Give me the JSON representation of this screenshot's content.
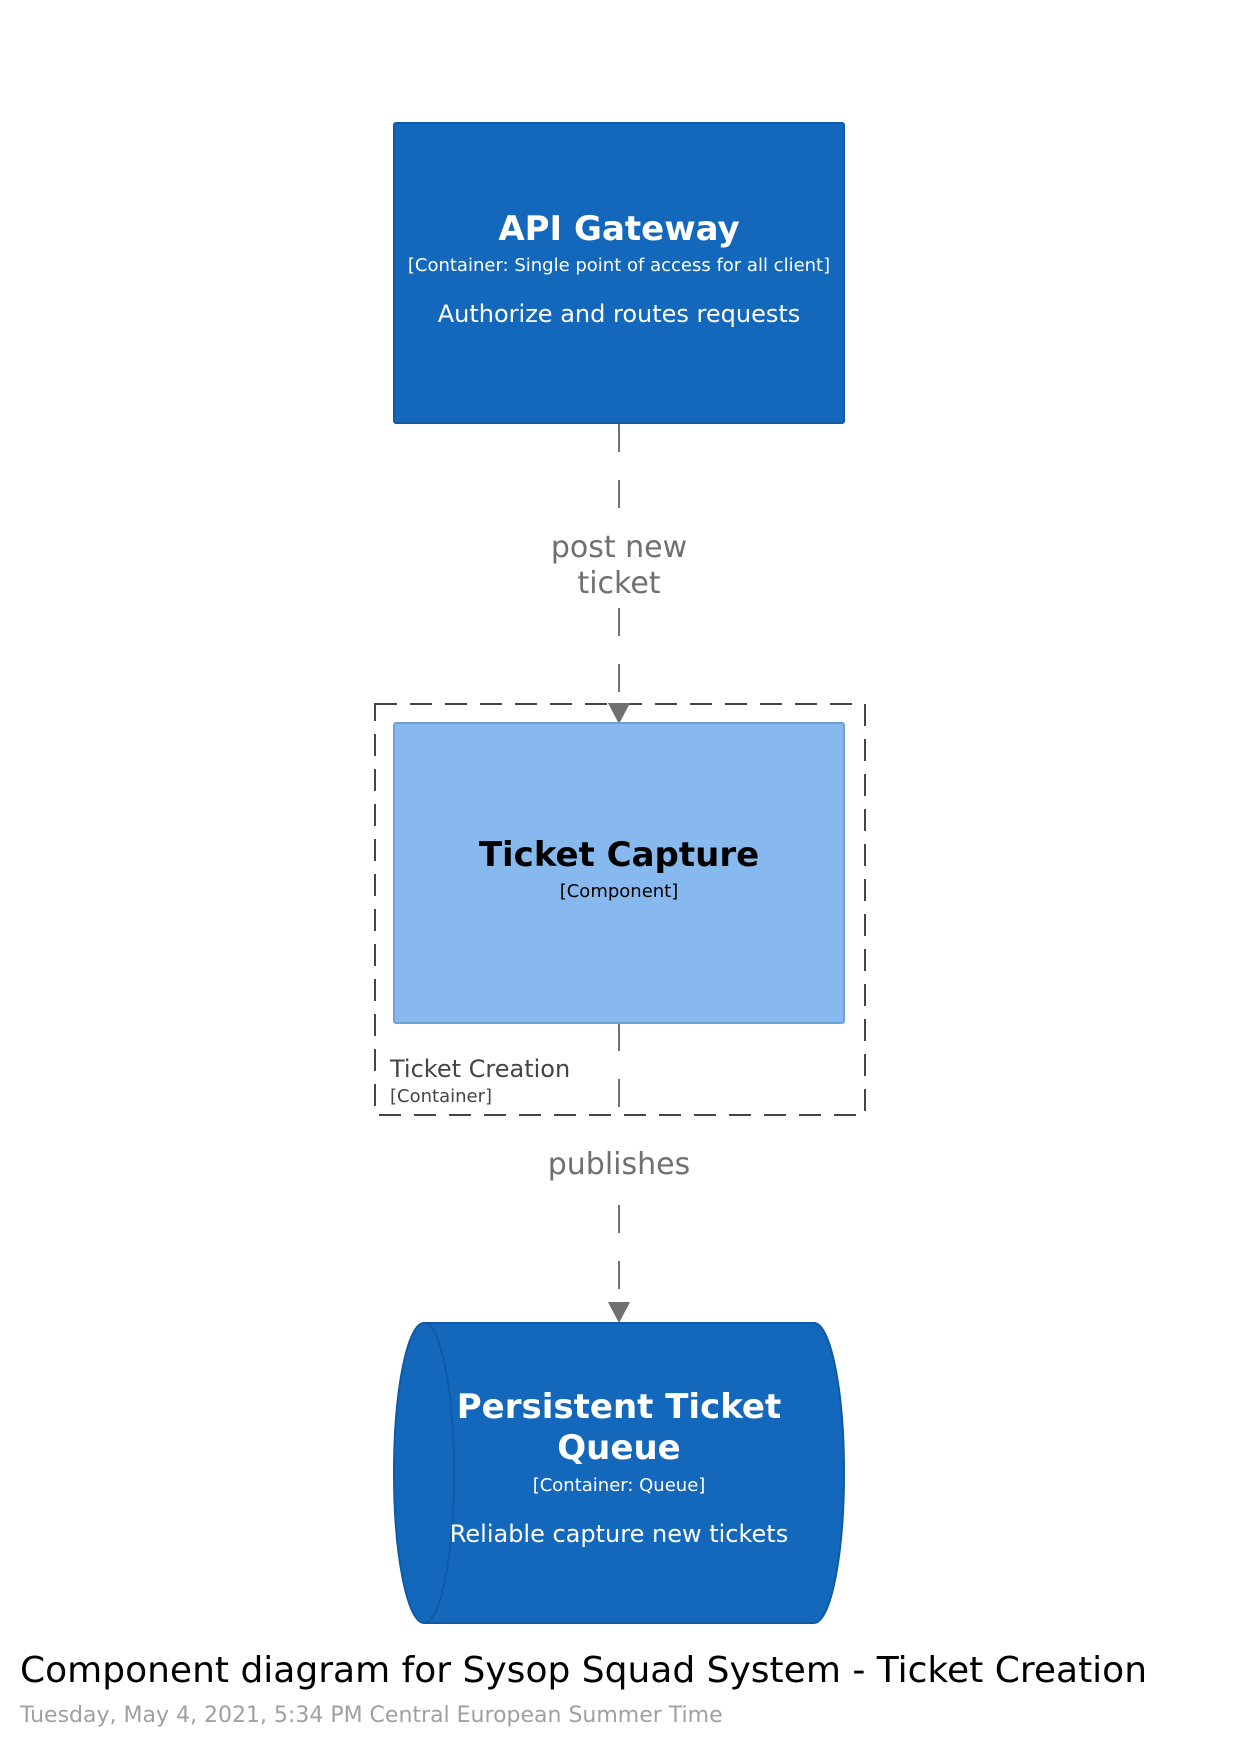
{
  "colors": {
    "container_fill": "#1468BB",
    "component_fill": "#87B9EF",
    "relationship_line": "#707070",
    "boundary_line": "#444444",
    "caption_date": "#A0A0A0"
  },
  "nodes": {
    "api_gateway": {
      "name": "API Gateway",
      "type": "[Container: Single point of access for all client]",
      "description": "Authorize and routes requests"
    },
    "ticket_capture": {
      "name": "Ticket Capture",
      "type": "[Component]"
    },
    "ticket_queue": {
      "name_line1": "Persistent Ticket",
      "name_line2": "Queue",
      "type": "[Container: Queue]",
      "description": "Reliable capture new tickets"
    }
  },
  "boundary": {
    "name": "Ticket Creation",
    "type": "[Container]"
  },
  "relationships": {
    "gateway_to_capture": {
      "line1": "post new",
      "line2": "ticket"
    },
    "capture_to_queue": {
      "label": "publishes"
    }
  },
  "caption": {
    "title": "Component diagram for Sysop Squad System - Ticket Creation",
    "date": "Tuesday, May 4, 2021, 5:34 PM Central European Summer Time"
  }
}
